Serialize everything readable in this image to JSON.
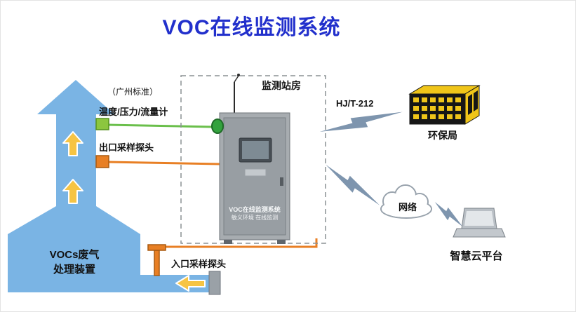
{
  "title": "VOC在线监测系统",
  "labels": {
    "standard": "（广州标准）",
    "meter": "温度/压力/流量计",
    "outlet_probe": "出口采样探头",
    "inlet_probe": "入口采样探头",
    "station": "监测站房",
    "device_line1": "VOCs废气",
    "device_line2": "处理装置",
    "protocol": "HJ/T-212",
    "epa_bureau": "环保局",
    "network": "网络",
    "cloud_platform": "智慧云平台",
    "cabinet_line1": "VOC在线监测系统",
    "cabinet_line2": "敏义环境 在线监测"
  },
  "colors": {
    "title_blue": "#2230cc",
    "stack_blue": "#7ab4e4",
    "arrow_yellow": "#f6c444",
    "sensor_green": "#8cc63f",
    "line_green": "#6abf4b",
    "line_orange": "#e87f24",
    "lightning_gray_blue": "#7e95ae",
    "building_yellow": "#f0c519",
    "cabinet_gray": "#a7acb0"
  },
  "icons": {
    "stack": "exhaust-stack-icon",
    "cabinet": "monitoring-cabinet-icon",
    "lightning": "wireless-link-icon",
    "building": "epa-building-icon",
    "cloud": "network-cloud-icon",
    "laptop": "cloud-platform-laptop-icon"
  }
}
